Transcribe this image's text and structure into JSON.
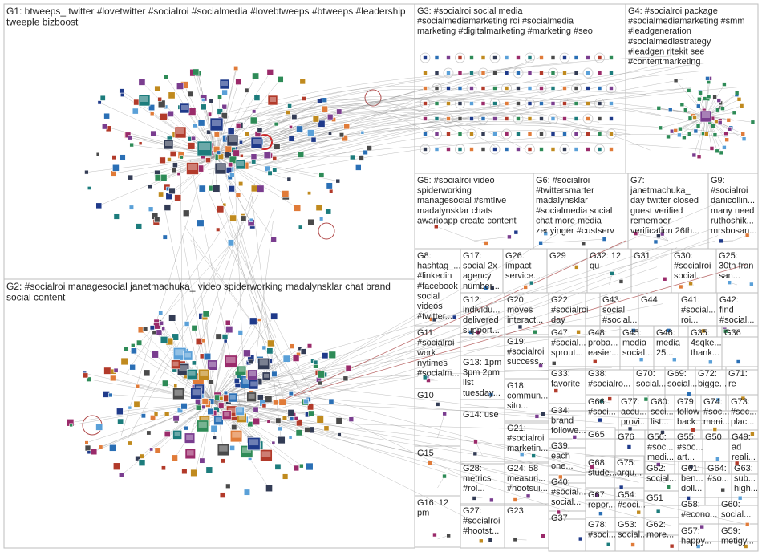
{
  "groups": [
    {
      "id": "G1",
      "lines": [
        "G1: btweeps_ twitter #lovetwitter #socialroi #socialmedia #lovebtweeps #btweeps #leadership",
        "tweeple bizboost"
      ]
    },
    {
      "id": "G2",
      "lines": [
        "G2: #socialroi managesocial janetmachuka_ video spiderworking madalynsklar chat brand",
        "social content"
      ]
    },
    {
      "id": "G3",
      "lines": [
        "G3: #socialroi social media",
        "#socialmediamarketing roi #socialmedia",
        "marketing #digitalmarketing #marketing #seo"
      ]
    },
    {
      "id": "G4",
      "lines": [
        "G4: #socialroi package",
        "#socialmediamarketing #smm",
        "#leadgeneration",
        "#socialmediastrategy",
        "#leadgen ritekit see",
        "#contentmarketing"
      ]
    },
    {
      "id": "G5",
      "lines": [
        "G5: #socialroi video",
        "spiderworking",
        "managesocial #smtlive",
        "madalynsklar chats",
        "awarioapp create content"
      ]
    },
    {
      "id": "G6",
      "lines": [
        "G6: #socialroi",
        "#twittersmarter",
        "madalynsklar",
        "#socialmedia social",
        "chat more media",
        "zenyinger #custserv"
      ]
    },
    {
      "id": "G7",
      "lines": [
        "G7:",
        "janetmachuka_",
        "day twitter closed",
        "guest verified",
        "remember",
        "verification 26th..."
      ]
    },
    {
      "id": "G9",
      "lines": [
        "G9:",
        "#socialroi",
        "danicollin...",
        "many need",
        "ruthoshik...",
        "mrsbosan..."
      ]
    },
    {
      "id": "G8",
      "lines": [
        "G8:",
        "hashtag_...",
        "#linkedin",
        "#facebook",
        "social",
        "videos",
        "#twitter..."
      ]
    },
    {
      "id": "G17",
      "lines": [
        "G17:",
        "social 2x",
        "agency",
        "number..."
      ]
    },
    {
      "id": "G26",
      "lines": [
        "G26:",
        "impact",
        "service..."
      ]
    },
    {
      "id": "G29",
      "lines": [
        "G29"
      ]
    },
    {
      "id": "G32",
      "lines": [
        "G32: 12",
        "qu"
      ]
    },
    {
      "id": "G31",
      "lines": [
        "G31"
      ]
    },
    {
      "id": "G30",
      "lines": [
        "G30:",
        "#socialroi",
        "social..."
      ]
    },
    {
      "id": "G25",
      "lines": [
        "G25:",
        "30th fran",
        "san..."
      ]
    },
    {
      "id": "G12",
      "lines": [
        "G12:",
        "individu...",
        "delivered",
        "support..."
      ]
    },
    {
      "id": "G20",
      "lines": [
        "G20:",
        "moves",
        "interact..."
      ]
    },
    {
      "id": "G22",
      "lines": [
        "G22:",
        "#socialroi",
        "day"
      ]
    },
    {
      "id": "G43",
      "lines": [
        "G43:",
        "social",
        "#social..."
      ]
    },
    {
      "id": "G44",
      "lines": [
        "G44"
      ]
    },
    {
      "id": "G41",
      "lines": [
        "G41:",
        "#social...",
        "roi..."
      ]
    },
    {
      "id": "G42",
      "lines": [
        "G42:",
        "find",
        "#social..."
      ]
    },
    {
      "id": "G11",
      "lines": [
        "G11:",
        "#socialroi",
        "work",
        "nytimes",
        "#socialm..."
      ]
    },
    {
      "id": "G19",
      "lines": [
        "G19:",
        "#socialroi",
        "success..."
      ]
    },
    {
      "id": "G47",
      "lines": [
        "G47:",
        "#social...",
        "sprout..."
      ]
    },
    {
      "id": "G48",
      "lines": [
        "G48:",
        "proba...",
        "easier..."
      ]
    },
    {
      "id": "G45",
      "lines": [
        "G45:",
        "media",
        "social..."
      ]
    },
    {
      "id": "G46",
      "lines": [
        "G46:",
        "media",
        "25..."
      ]
    },
    {
      "id": "G35",
      "lines": [
        "G35:",
        "4sqke...",
        "thank..."
      ]
    },
    {
      "id": "G36",
      "lines": [
        "G36"
      ]
    },
    {
      "id": "G13",
      "lines": [
        "G13: 1pm",
        "3pm 2pm",
        "list",
        "tuesday..."
      ]
    },
    {
      "id": "G33",
      "lines": [
        "G33:",
        "favorite"
      ]
    },
    {
      "id": "G38",
      "lines": [
        "G38:",
        "#socialro..."
      ]
    },
    {
      "id": "G70",
      "lines": [
        "G70:",
        "social..."
      ]
    },
    {
      "id": "G69",
      "lines": [
        "G69:",
        "social..."
      ]
    },
    {
      "id": "G72",
      "lines": [
        "G72:",
        "bigge..."
      ]
    },
    {
      "id": "G71",
      "lines": [
        "G71:",
        "re"
      ]
    },
    {
      "id": "G10",
      "lines": [
        "G10"
      ]
    },
    {
      "id": "G18",
      "lines": [
        "G18:",
        "commun...",
        "sito..."
      ]
    },
    {
      "id": "G34",
      "lines": [
        "G34:",
        "brand",
        "followe..."
      ]
    },
    {
      "id": "G66",
      "lines": [
        "G66:",
        "#soci..."
      ]
    },
    {
      "id": "G77",
      "lines": [
        "G77:",
        "accu...",
        "provi..."
      ]
    },
    {
      "id": "G80",
      "lines": [
        "G80:",
        "soci...",
        "list..."
      ]
    },
    {
      "id": "G79",
      "lines": [
        "G79:",
        "follow",
        "back..."
      ]
    },
    {
      "id": "G74",
      "lines": [
        "G74:",
        "#soc...",
        "moni..."
      ]
    },
    {
      "id": "G73",
      "lines": [
        "G73:",
        "#soc...",
        "plac..."
      ]
    },
    {
      "id": "G14",
      "lines": [
        "G14: use"
      ]
    },
    {
      "id": "G65",
      "lines": [
        "G65"
      ]
    },
    {
      "id": "G76",
      "lines": [
        "G76"
      ]
    },
    {
      "id": "G56",
      "lines": [
        "G56:",
        "#soc...",
        "medi..."
      ]
    },
    {
      "id": "G55",
      "lines": [
        "G55:",
        "#soc...",
        "art..."
      ]
    },
    {
      "id": "G50",
      "lines": [
        "G50"
      ]
    },
    {
      "id": "G49",
      "lines": [
        "G49:",
        "ad",
        "reali..."
      ]
    },
    {
      "id": "G21",
      "lines": [
        "G21:",
        "#socialroi",
        "marketin..."
      ]
    },
    {
      "id": "G39",
      "lines": [
        "G39:",
        "each",
        "one..."
      ]
    },
    {
      "id": "G15",
      "lines": [
        "G15"
      ]
    },
    {
      "id": "G68",
      "lines": [
        "G68:",
        "stude..."
      ]
    },
    {
      "id": "G75",
      "lines": [
        "G75:",
        "argu..."
      ]
    },
    {
      "id": "G52",
      "lines": [
        "G52:",
        "social..."
      ]
    },
    {
      "id": "G61",
      "lines": [
        "G61:",
        "ben...",
        "doll..."
      ]
    },
    {
      "id": "G64",
      "lines": [
        "G64:",
        "#so..."
      ]
    },
    {
      "id": "G63",
      "lines": [
        "G63:",
        "sub...",
        "high..."
      ]
    },
    {
      "id": "G28",
      "lines": [
        "G28:",
        "metrics",
        "#rol..."
      ]
    },
    {
      "id": "G24",
      "lines": [
        "G24: 58",
        "measuri...",
        "#hootsui..."
      ]
    },
    {
      "id": "G40",
      "lines": [
        "G40:",
        "#social...",
        "social..."
      ]
    },
    {
      "id": "G51",
      "lines": [
        "G51"
      ]
    },
    {
      "id": "G58",
      "lines": [
        "G58:",
        "#econo..."
      ]
    },
    {
      "id": "G60",
      "lines": [
        "G60:",
        "social..."
      ]
    },
    {
      "id": "G16",
      "lines": [
        "G16: 12",
        "pm"
      ]
    },
    {
      "id": "G27",
      "lines": [
        "G27:",
        "#socialroi",
        "#hootst..."
      ]
    },
    {
      "id": "G23",
      "lines": [
        "G23"
      ]
    },
    {
      "id": "G37",
      "lines": [
        "G37"
      ]
    },
    {
      "id": "G67",
      "lines": [
        "G67:",
        "repor..."
      ]
    },
    {
      "id": "G54",
      "lines": [
        "G54:",
        "#soci..."
      ]
    },
    {
      "id": "G78",
      "lines": [
        "G78:",
        "#soci..."
      ]
    },
    {
      "id": "G53",
      "lines": [
        "G53:",
        "social..."
      ]
    },
    {
      "id": "G62",
      "lines": [
        "G62:",
        "more..."
      ]
    },
    {
      "id": "G57",
      "lines": [
        "G57:",
        "happy..."
      ]
    },
    {
      "id": "G59",
      "lines": [
        "G59:",
        "metigy..."
      ]
    }
  ]
}
